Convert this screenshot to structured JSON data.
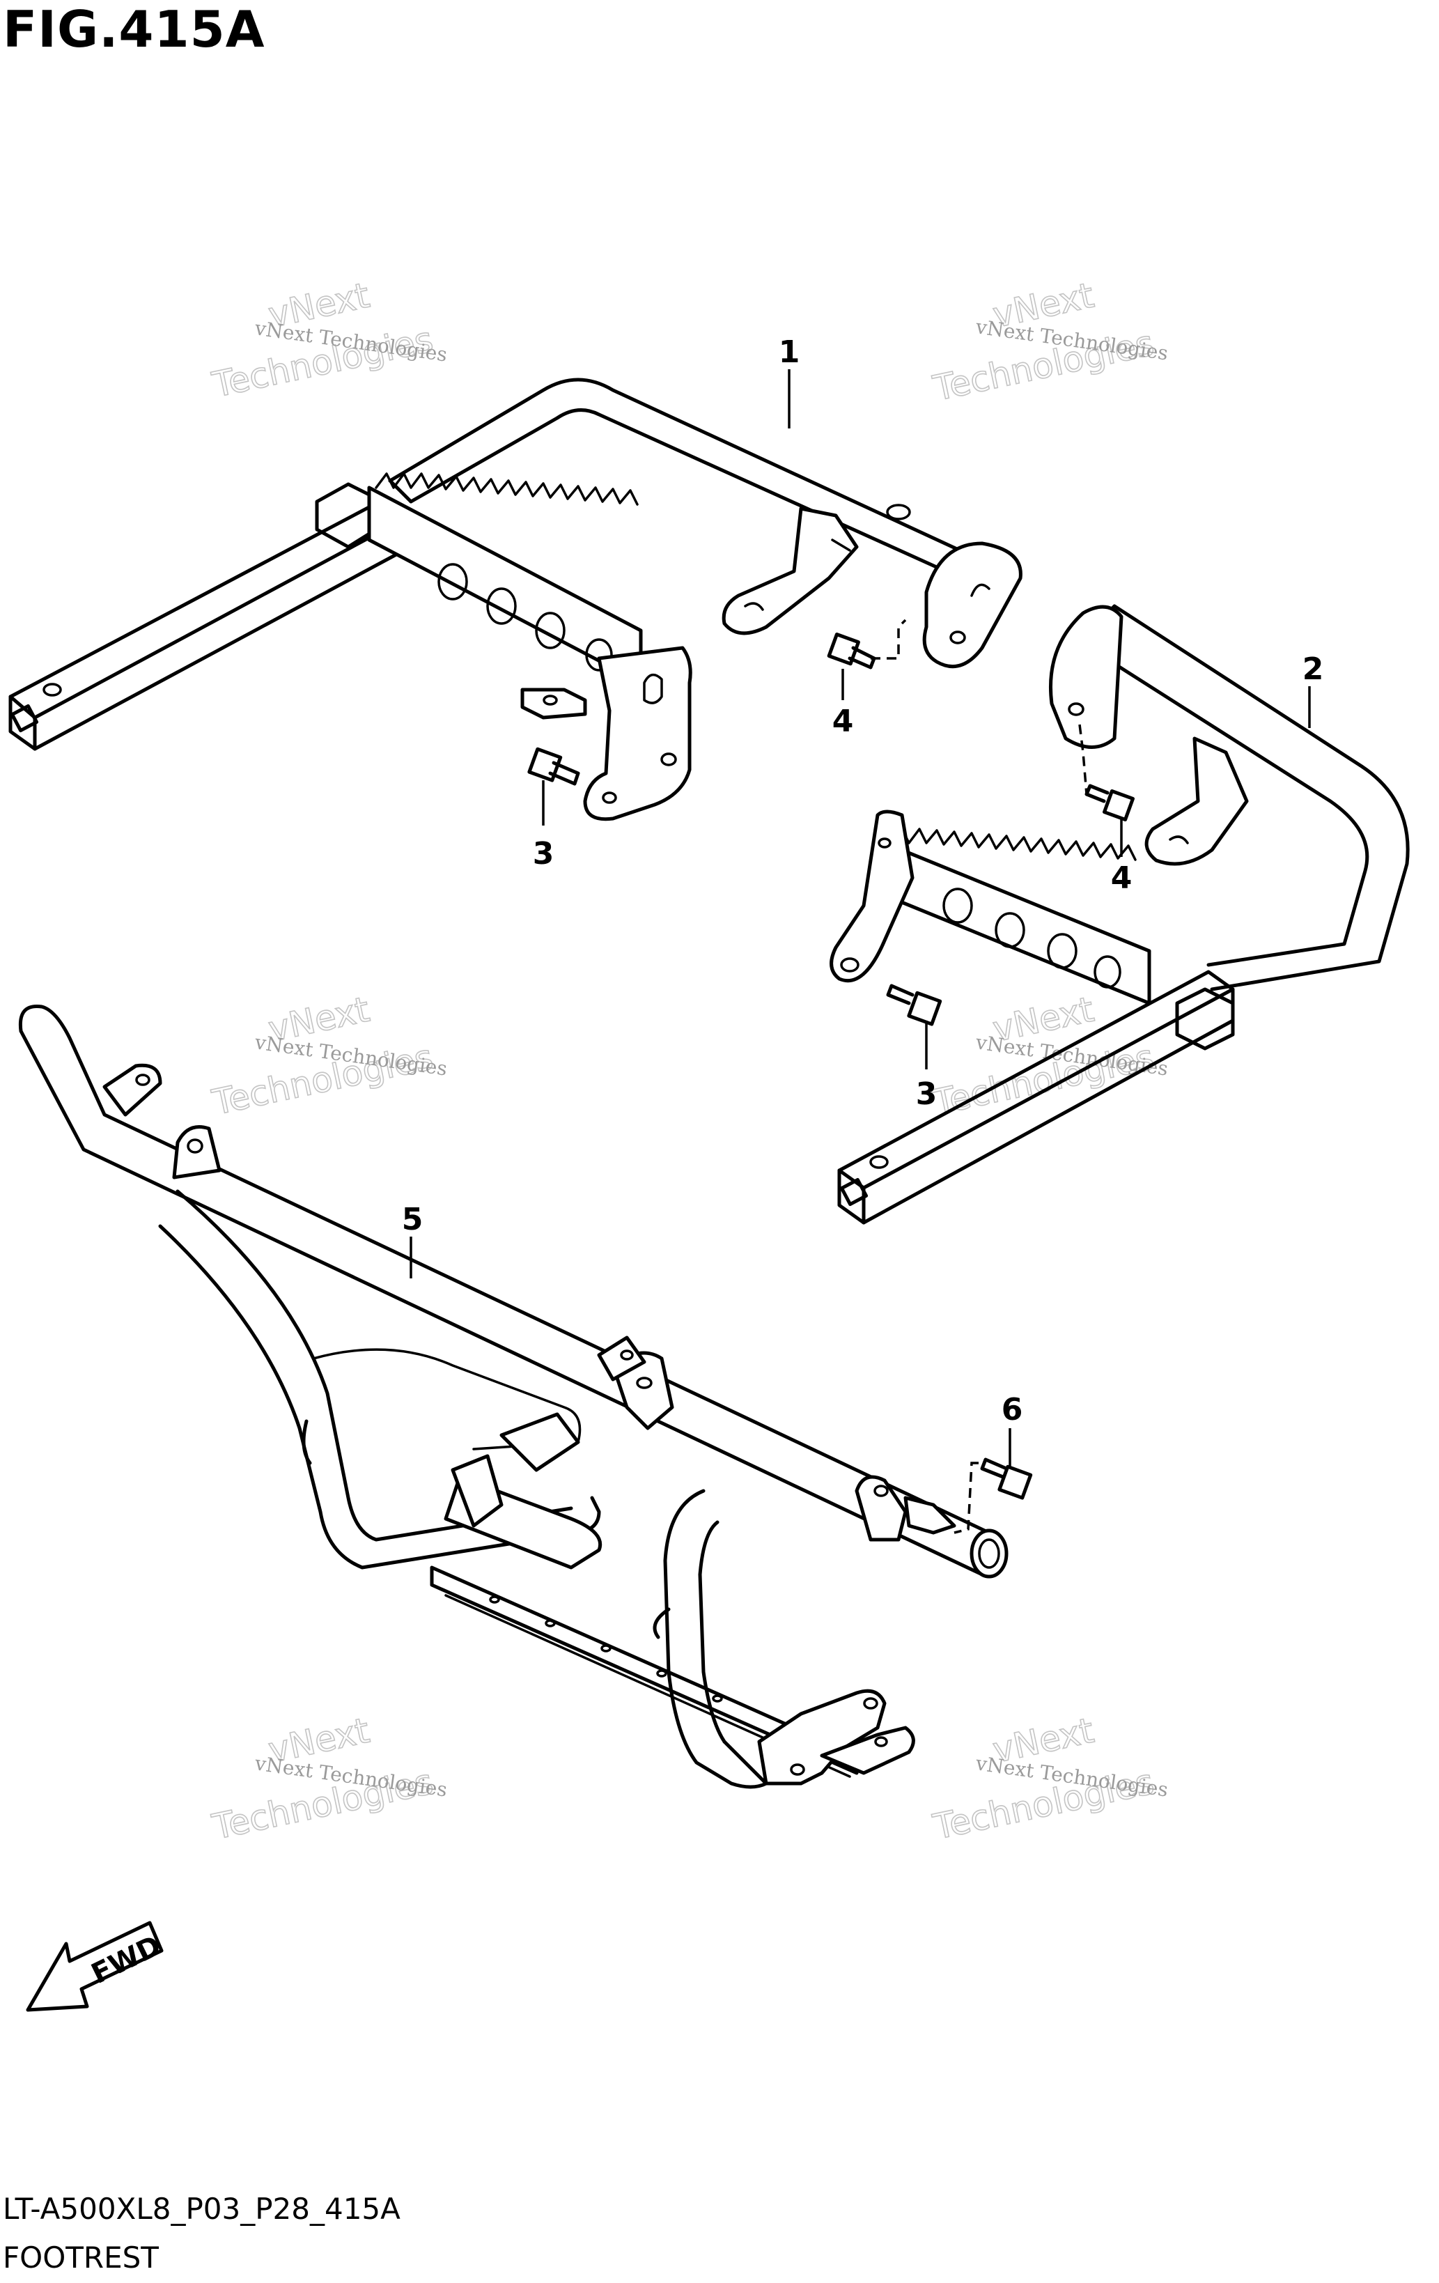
{
  "figure": {
    "title": "FIG.415A",
    "code": "LT-A500XL8_P03_P28_415A",
    "name": "FOOTREST"
  },
  "watermark": {
    "line1": "vNext Technologies",
    "line2": "vNext",
    "line3": "Technologies"
  },
  "callouts": {
    "part1": "1",
    "part2": "2",
    "part3_left": "3",
    "part3_right": "3",
    "part4_left": "4",
    "part4_right": "4",
    "part5": "5",
    "part6": "6"
  },
  "fwd_label": "FWD"
}
